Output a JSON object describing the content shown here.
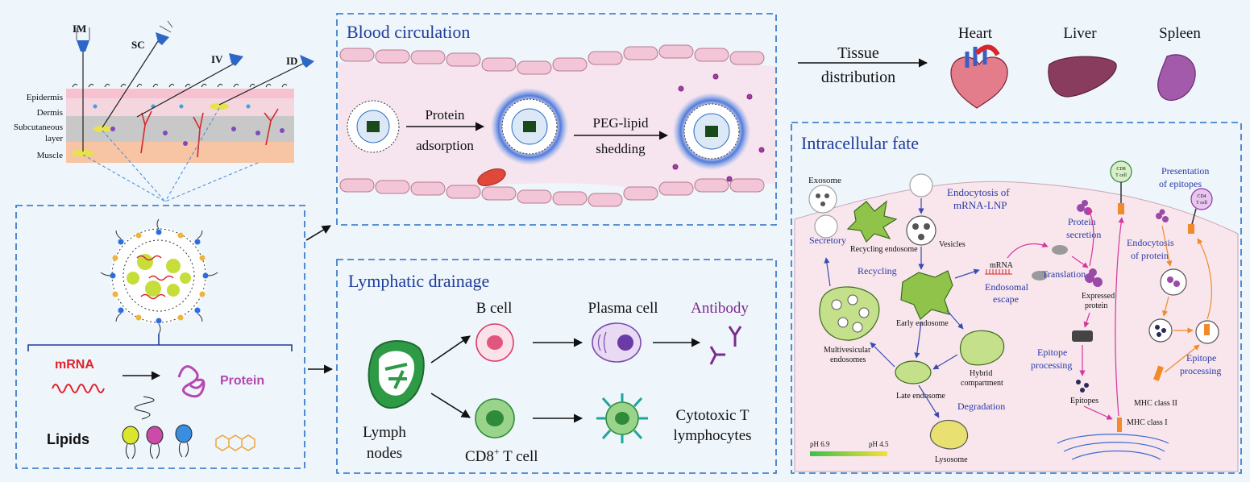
{
  "skin_panel": {
    "routes": [
      "IM",
      "SC",
      "IV",
      "ID"
    ],
    "layers": [
      "Epidermis",
      "Dermis",
      "Subcutaneous",
      "layer",
      "Muscle"
    ]
  },
  "lnp_panel": {
    "mrna_label": "mRNA",
    "protein_label": "Protein",
    "lipids_label": "Lipids"
  },
  "blood_circulation": {
    "title": "Blood circulation",
    "step1": [
      "Protein",
      "adsorption"
    ],
    "step2": [
      "PEG-lipid",
      "shedding"
    ]
  },
  "tissue_distribution": {
    "label": [
      "Tissue",
      "distribution"
    ],
    "organs": [
      "Heart",
      "Liver",
      "Spleen"
    ]
  },
  "lymphatic_drainage": {
    "title": "Lymphatic drainage",
    "lymph_nodes": [
      "Lymph",
      "nodes"
    ],
    "b_cell": "B cell",
    "plasma_cell": "Plasma cell",
    "antibody": "Antibody",
    "cd8_cell": "CD8",
    "cd8_sup": "+",
    "cd8_suffix": " T cell",
    "cytotoxic": [
      "Cytotoxic T",
      "lymphocytes"
    ]
  },
  "intracellular_fate": {
    "title": "Intracellular fate",
    "exosome": "Exosome",
    "endocytosis_mrna": [
      "Endocytosis of",
      "mRNA-LNP"
    ],
    "secretory": "Secretory",
    "recycling_endosome": "Recycling endosome",
    "vesicles": "Vesicles",
    "recycling": "Recycling",
    "mrna": "mRNA",
    "endosomal_escape": [
      "Endosomal",
      "escape"
    ],
    "protein_secretion": [
      "Protein",
      "secretion"
    ],
    "translation": "Translation",
    "expressed_protein": [
      "Expressed",
      "protein"
    ],
    "early_endosome": "Early endosome",
    "multivesicular": [
      "Multivesicular",
      "endosomes"
    ],
    "hybrid": [
      "Hybrid",
      "compartment"
    ],
    "epitope_processing": [
      "Epitope",
      "processing"
    ],
    "late_endosome": "Late endosome",
    "degradation": "Degradation",
    "epitopes": "Epitopes",
    "lysosome": "Lysosome",
    "mhc1": "MHC class I",
    "mhc2": "MHC class II",
    "presentation": [
      "Presentation",
      "of epitopes"
    ],
    "endocytosis_protein": [
      "Endocytosis",
      "of protein"
    ],
    "epitope_processing2": [
      "Epitope",
      "processing"
    ],
    "cd8_tcell": [
      "CD8",
      "T cell"
    ],
    "cd4_tcell": [
      "CD4",
      "T cell"
    ],
    "ph_left": "pH 6.9",
    "ph_right": "pH 4.5"
  }
}
